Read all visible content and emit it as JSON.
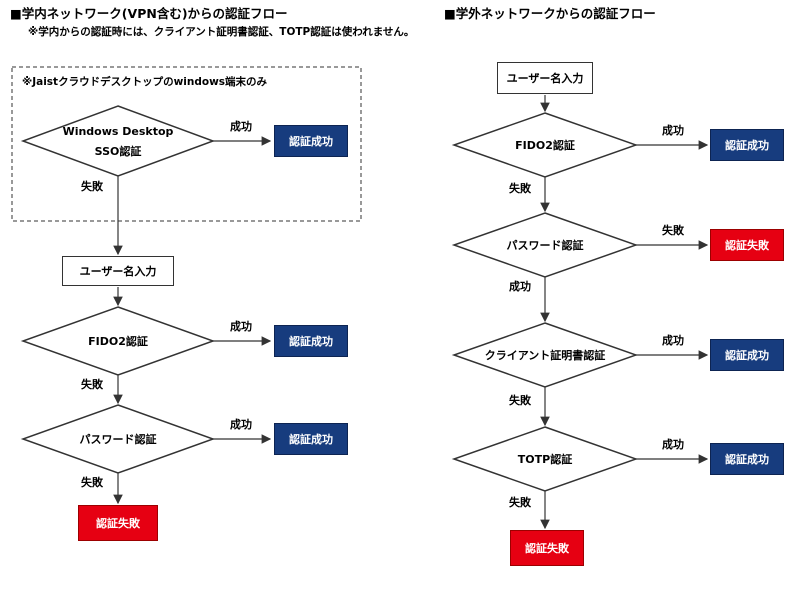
{
  "left_flow": {
    "title": "■学内ネットワーク(VPN含む)からの認証フロー",
    "subtitle": "※学内からの認証時には、クライアント証明書認証、TOTP認証は使われません。",
    "dashed_group_label": "※Jaistクラウドデスクトップのwindows端末のみ",
    "sso_decision": [
      "Windows Desktop",
      "SSO認証"
    ],
    "sso_success_label": "成功",
    "sso_success_box": "認証成功",
    "sso_fail_label": "失敗",
    "username_box": "ユーザー名入力",
    "fido2_decision": "FIDO2認証",
    "fido2_success_label": "成功",
    "fido2_success_box": "認証成功",
    "fido2_fail_label": "失敗",
    "password_decision": "パスワード認証",
    "password_success_label": "成功",
    "password_success_box": "認証成功",
    "password_fail_label": "失敗",
    "fail_box": "認証失敗"
  },
  "right_flow": {
    "title": "■学外ネットワークからの認証フロー",
    "username_box": "ユーザー名入力",
    "fido2_decision": "FIDO2認証",
    "fido2_success_label": "成功",
    "fido2_success_box": "認証成功",
    "fido2_fail_label": "失敗",
    "password_decision": "パスワード認証",
    "password_fail_label": "失敗",
    "password_fail_box": "認証失敗",
    "password_success_label": "成功",
    "cert_decision": "クライアント証明書認証",
    "cert_success_label": "成功",
    "cert_success_box": "認証成功",
    "cert_fail_label": "失敗",
    "totp_decision": "TOTP認証",
    "totp_success_label": "成功",
    "totp_success_box": "認証成功",
    "totp_fail_label": "失敗",
    "fail_box": "認証失敗"
  },
  "colors": {
    "success_fill": "#173c7e",
    "fail_fill": "#e60012",
    "line": "#333333"
  }
}
